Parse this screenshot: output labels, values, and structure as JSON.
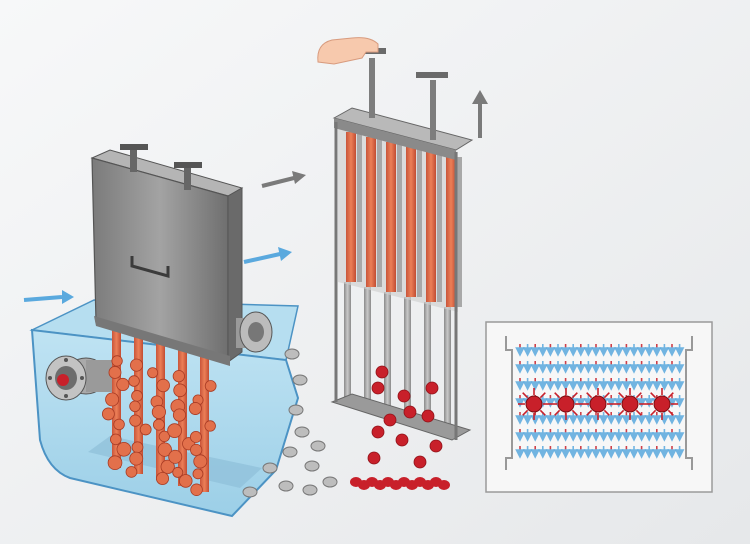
{
  "diagram": {
    "left_assembly": {
      "components": [
        "tank",
        "magnetic-rod-frame",
        "handle",
        "inlet-port",
        "outlet-port",
        "magnetic-rods",
        "captured-particles"
      ],
      "rod_count": 5
    },
    "middle_assembly": {
      "components": [
        "lifted-frame",
        "hand-icon",
        "lift-handles",
        "up-arrow",
        "magnetic-rods",
        "falling-particles"
      ],
      "rod_count": 6
    },
    "inset": {
      "components": [
        "field-lines",
        "magnet-cores"
      ],
      "core_count": 5
    },
    "flow_arrows": [
      "inlet-arrow-left",
      "inlet-arrow-middle",
      "process-arrow"
    ],
    "colors": {
      "background": "#f2f3f5",
      "tank_water": "#a9d8ee",
      "tank_edge": "#4c93c4",
      "frame_steel": "#8e8e8e",
      "rod_orange": "#e2704b",
      "particle_red": "#c8202a",
      "flow_blue": "#5aa9de",
      "grey_arrow": "#7a7a7a"
    }
  }
}
